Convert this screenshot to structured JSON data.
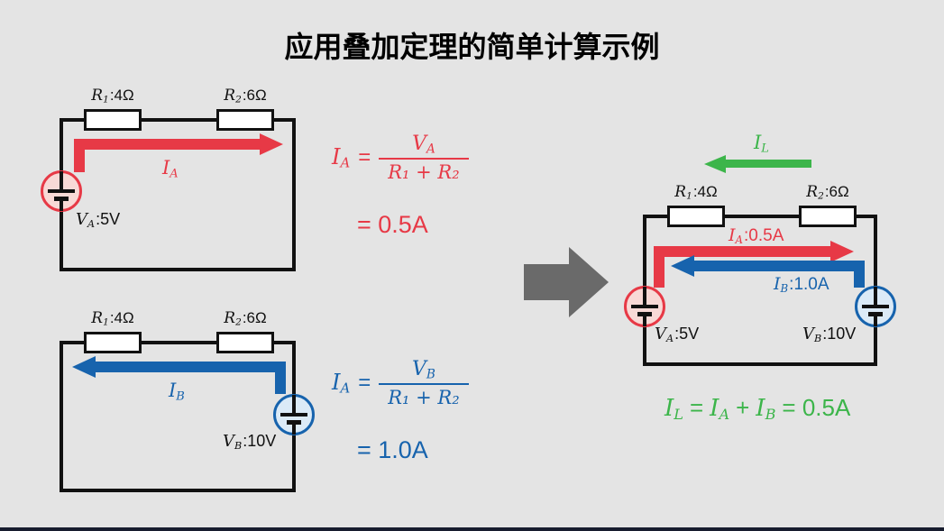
{
  "title": "应用叠加定理的简单计算示例",
  "colors": {
    "background": "#e4e4e4",
    "circuit_line": "#111111",
    "red": "#e73946",
    "blue": "#1763ad",
    "green": "#3cb54a",
    "gray_arrow": "#6a6a6a",
    "bottom_bar": "#171c2e"
  },
  "circuit_a": {
    "r1": {
      "var": "R",
      "sub": "1",
      "val": ":4Ω"
    },
    "r2": {
      "var": "R",
      "sub": "2",
      "val": ":6Ω"
    },
    "current": {
      "var": "I",
      "sub": "A"
    },
    "source": {
      "var": "V",
      "sub": "A",
      "val": ":5V"
    }
  },
  "circuit_b": {
    "r1": {
      "var": "R",
      "sub": "1",
      "val": ":4Ω"
    },
    "r2": {
      "var": "R",
      "sub": "2",
      "val": ":6Ω"
    },
    "current": {
      "var": "I",
      "sub": "B"
    },
    "source": {
      "var": "V",
      "sub": "B",
      "val": ":10V"
    }
  },
  "circuit_total": {
    "r1": {
      "var": "R",
      "sub": "1",
      "val": ":4Ω"
    },
    "r2": {
      "var": "R",
      "sub": "2",
      "val": ":6Ω"
    },
    "load_current": {
      "var": "I",
      "sub": "L"
    },
    "current_a": {
      "var": "I",
      "sub": "A",
      "val": ":0.5A"
    },
    "current_b": {
      "var": "I",
      "sub": "B",
      "val": ":1.0A"
    },
    "source_a": {
      "var": "V",
      "sub": "A",
      "val": ":5V"
    },
    "source_b": {
      "var": "V",
      "sub": "B",
      "val": ":10V"
    }
  },
  "formula_a": {
    "lhs_var": "I",
    "lhs_sub": "A",
    "eq": "=",
    "num_var": "V",
    "num_sub": "A",
    "den": "R₁ + R₂",
    "result": "= 0.5A"
  },
  "formula_b": {
    "lhs_var": "I",
    "lhs_sub": "A",
    "eq": "=",
    "num_var": "V",
    "num_sub": "B",
    "den": "R₁ + R₂",
    "result": "= 1.0A"
  },
  "formula_total": {
    "lhs_var": "I",
    "lhs_sub": "L",
    "eq1": "=",
    "a_var": "I",
    "a_sub": "A",
    "plus": "+",
    "b_var": "I",
    "b_sub": "B",
    "result": "= 0.5A"
  }
}
